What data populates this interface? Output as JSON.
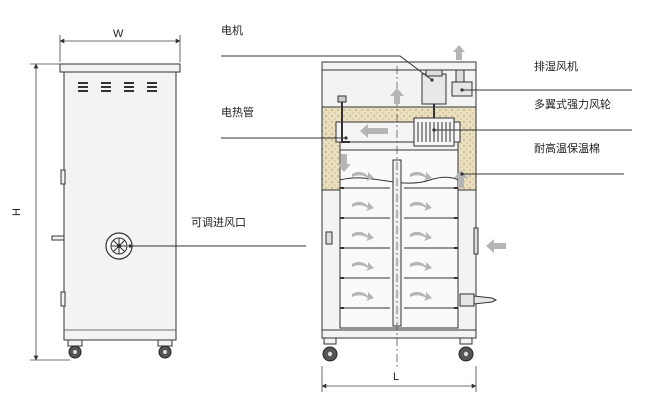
{
  "labels": {
    "motor": "电机",
    "exhaust_fan": "排湿风机",
    "heater_tube": "电热管",
    "blower_wheel": "多翼式强力风轮",
    "insulation": "耐高温保温棉",
    "air_inlet": "可调进风口"
  },
  "dimensions": {
    "width": "W",
    "height": "H",
    "length": "L"
  },
  "colors": {
    "airflow_arrow": "#b5b5b5",
    "insulation_fill": "#e6d9b4",
    "outline": "#333333"
  }
}
